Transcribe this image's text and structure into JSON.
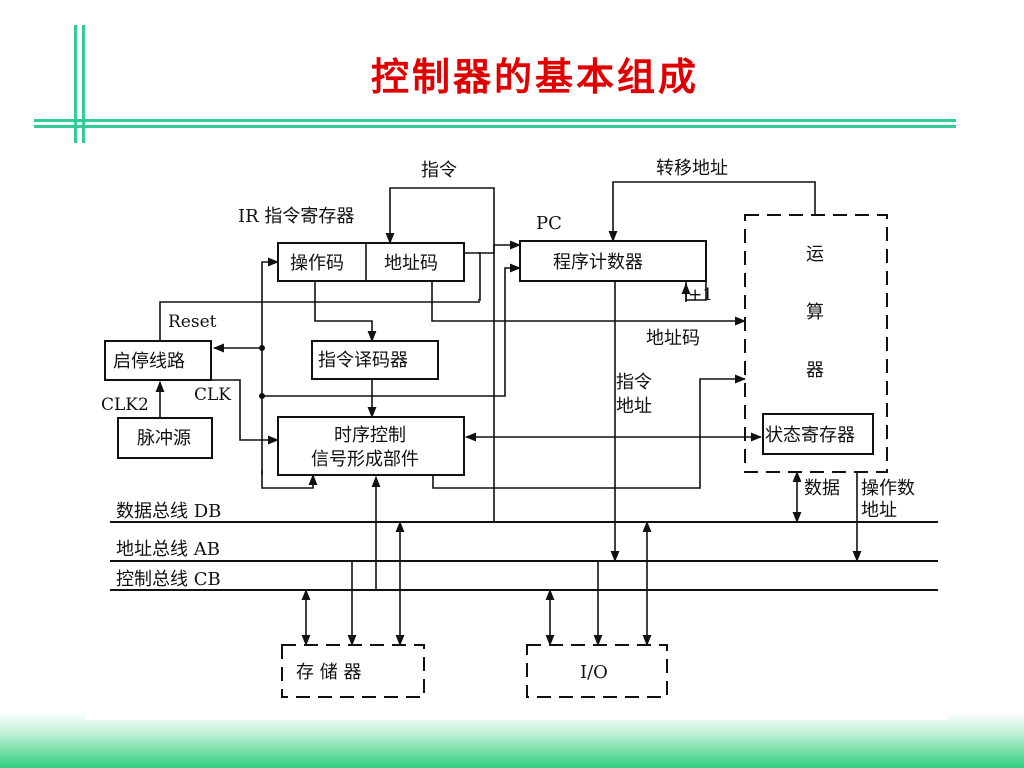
{
  "slide": {
    "title": "控制器的基本组成",
    "accent_color": "#33cc99",
    "title_color": "#e00000"
  },
  "diagram": {
    "labels": {
      "instruction": "指令",
      "jump_address": "转移地址",
      "ir_register": "IR 指令寄存器",
      "pc": "PC",
      "opcode": "操作码",
      "address_code": "地址码",
      "program_counter": "程序计数器",
      "plus_one": "+1",
      "reset": "Reset",
      "start_stop": "启停线路",
      "address_code_2": "地址码",
      "decoder": "指令译码器",
      "alu_1": "运",
      "alu_2": "算",
      "alu_3": "器",
      "clk": "CLK",
      "clk2": "CLK2",
      "instr_addr_1": "指令",
      "instr_addr_2": "地址",
      "pulse_source": "脉冲源",
      "timing_1": "时序控制",
      "timing_2": "信号形成部件",
      "status_register": "状态寄存器",
      "data": "数据",
      "operand_addr_1": "操作数",
      "operand_addr_2": "地址",
      "data_bus": "数据总线  DB",
      "address_bus": "地址总线  AB",
      "control_bus": "控制总线  CB",
      "memory": "存  储  器",
      "io": "I/O"
    }
  }
}
